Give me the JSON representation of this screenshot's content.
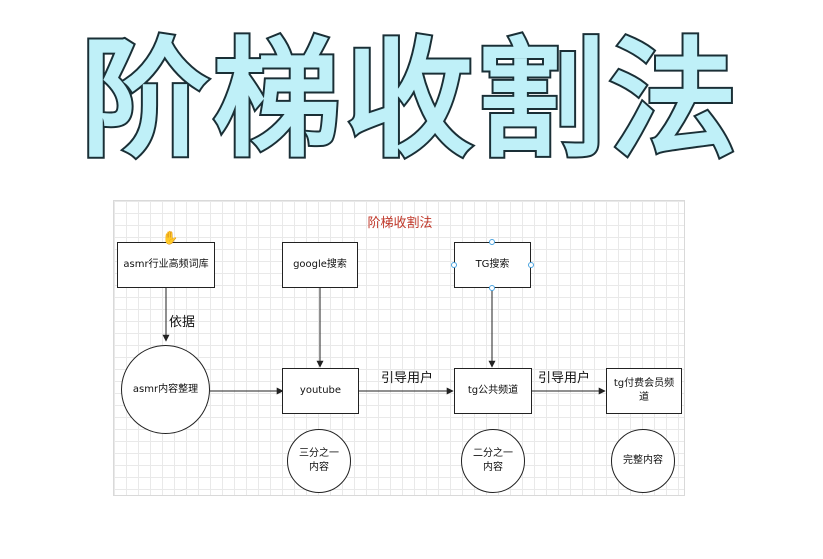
{
  "hero": {
    "title": "阶梯收割法",
    "fill_color": "#bff0f8",
    "outline_color": "#1a2f36"
  },
  "diagram": {
    "title": "阶梯收割法",
    "title_color": "#c0392b",
    "nodes": {
      "asmr_keywords": "asmr行业高频词库",
      "google_search": "google搜索",
      "tg_search": "TG搜索",
      "asmr_content": "asmr内容整理",
      "youtube": "youtube",
      "tg_public": "tg公共频道",
      "tg_paid": "tg付费会员频道",
      "one_third_a": "三分之一内容",
      "one_third_b": "二分之一内容",
      "full_content": "完整内容"
    },
    "edge_labels": {
      "basis": "依据",
      "guide_users_1": "引导用户",
      "guide_users_2": "引导用户"
    },
    "icons": [
      "hand-cursor-icon"
    ]
  }
}
